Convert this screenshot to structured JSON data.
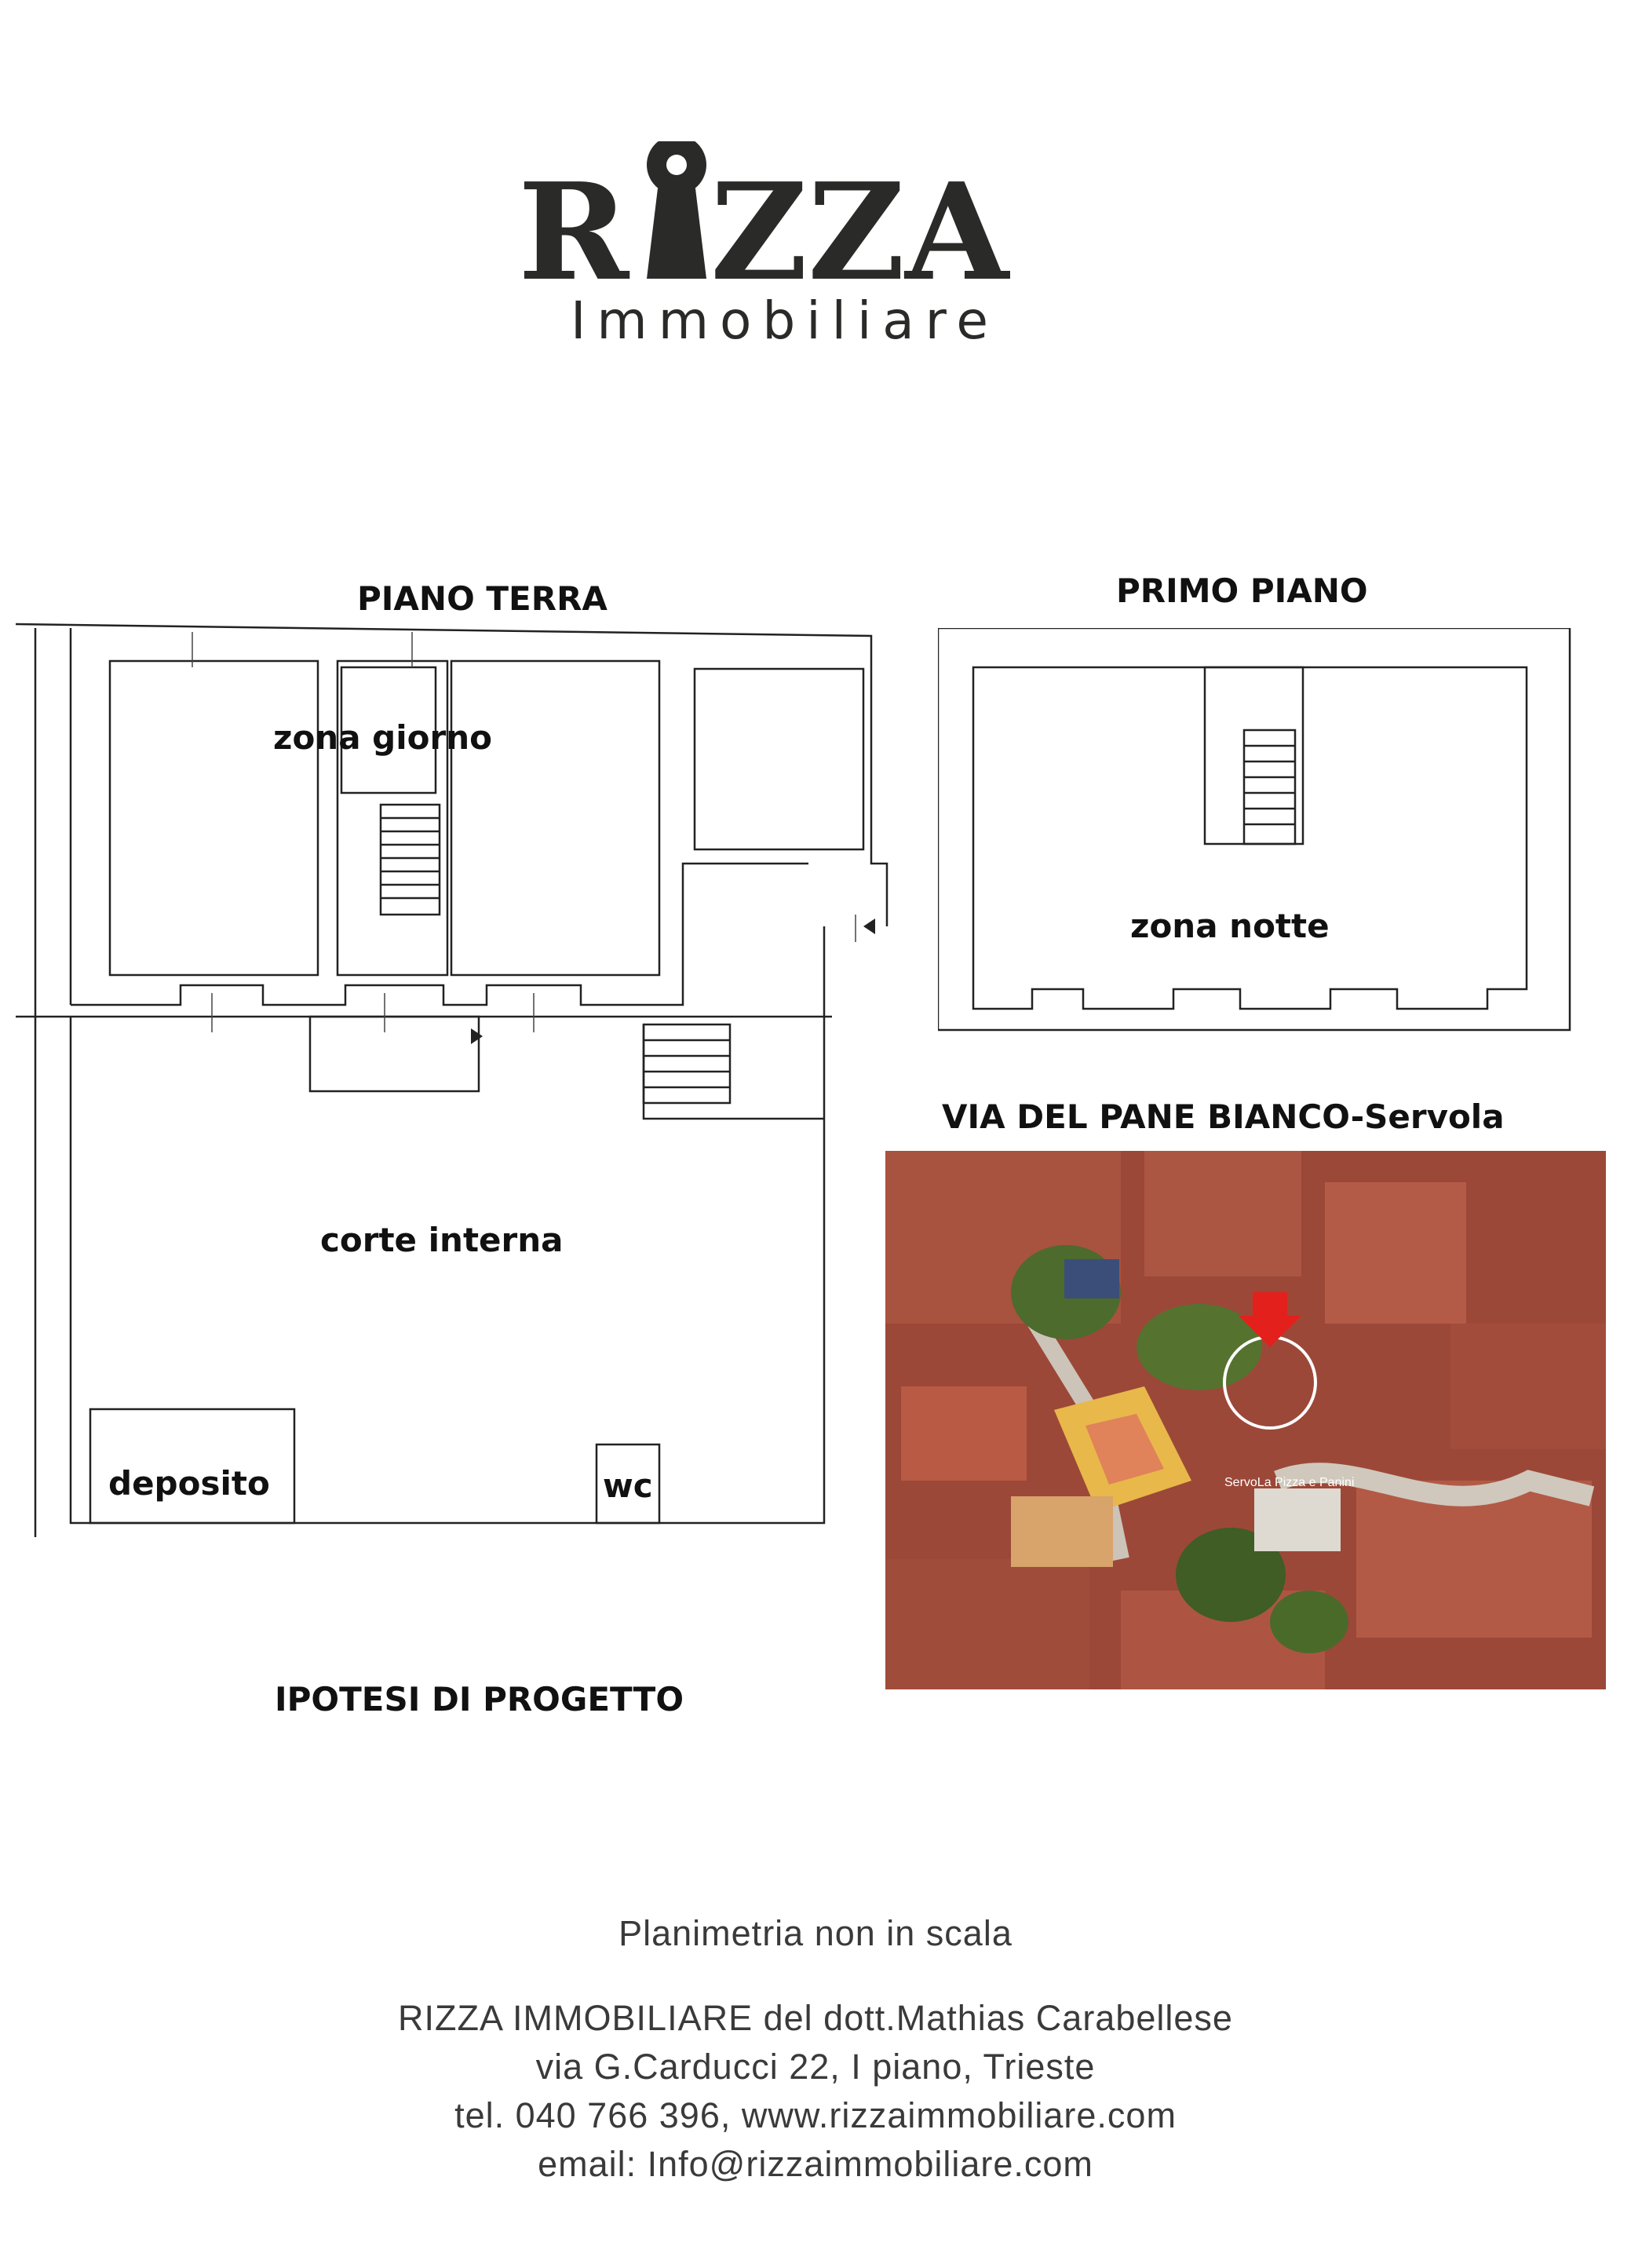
{
  "brand": {
    "logo_word": "RIZZA",
    "tagline": "Immobiliare"
  },
  "plans": {
    "ground_floor_title": "PIANO TERRA",
    "first_floor_title": "PRIMO PIANO",
    "ground_rooms": {
      "living": "zona giorno",
      "courtyard": "corte interna",
      "storage": "deposito",
      "wc": "wc"
    },
    "first_rooms": {
      "night": "zona notte"
    },
    "project_note": "IPOTESI DI PROGETTO"
  },
  "location": {
    "street": "VIA DEL PANE BIANCO-Servola",
    "map_label": "ServoLa Pizza e Panini"
  },
  "footer": {
    "scale_note": "Planimetria non in scala",
    "agency": "RIZZA IMMOBILIARE del dott.Mathias Carabellese",
    "address": "via G.Carducci 22, I piano, Trieste",
    "contacts": "tel. 040 766 396, www.rizzaimmobiliare.com",
    "email": "email: Info@rizzaimmobiliare.com"
  },
  "colors": {
    "logo": "#2a2a28",
    "marker": "#e3201c",
    "roof": "#b0513d",
    "court": "#e8b84a"
  }
}
